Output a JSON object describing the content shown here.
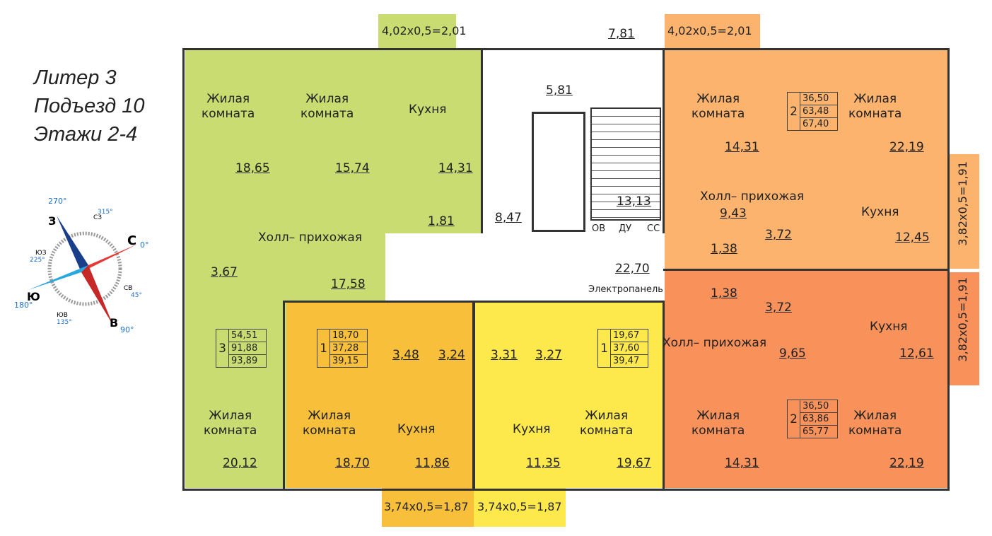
{
  "title": {
    "line1": "Литер 3",
    "line2": "Подъезд 10",
    "line3": "Этажи 2-4"
  },
  "colors": {
    "green": "#c9dc72",
    "amber": "#f8c03a",
    "yellow": "#fde94c",
    "light_orange": "#fcb36e",
    "orange": "#f8915a"
  },
  "compass": {
    "n": "С",
    "n_deg": "0°",
    "e": "В",
    "e_deg": "90°",
    "s": "Ю",
    "s_deg": "180°",
    "w": "З",
    "w_deg": "270°",
    "ne": "СВ",
    "ne_deg": "45°",
    "se": "ЮВ",
    "se_deg": "135°",
    "sw": "ЮЗ",
    "sw_deg": "225°",
    "nw": "СЗ",
    "nw_deg": "315°"
  },
  "balconies": {
    "top_left": "4,02х0,5=2,01",
    "top_right": "4,02х0,5=2,01",
    "bottom_left": "3,74х0,5=1,87",
    "bottom_right": "3,74х0,5=1,87",
    "side_upper": "3,82х0,5=1,91",
    "side_lower": "3,82х0,5=1,91"
  },
  "core": {
    "vestibule": "7,81",
    "lift_hall": "5,81",
    "stair": "13,13",
    "corridor_small": "8,47",
    "corridor": "22,70",
    "ov": "ОВ",
    "du": "ДУ",
    "ss": "СС",
    "panel": "Электропанель"
  },
  "apt_green": {
    "room1_label": "Жилая\nкомната",
    "room1": "18,65",
    "room2_label": "Жилая\nкомната",
    "room2": "15,74",
    "kitchen_label": "Кухня",
    "kitchen": "14,31",
    "wc": "1,81",
    "hall_label": "Холл– прихожая",
    "hall": "17,58",
    "bath": "3,67",
    "room3_label": "Жилая\nкомната",
    "room3": "20,12",
    "rooms": "3",
    "living": "54,51",
    "total": "91,88",
    "total_b": "93,89"
  },
  "apt_amber": {
    "room_label": "Жилая\nкомната",
    "room": "18,70",
    "kitchen_label": "Кухня",
    "kitchen": "11,86",
    "hall": "3,48",
    "bath": "3,24",
    "rooms": "1",
    "living": "18,70",
    "total": "37,28",
    "total_b": "39,15"
  },
  "apt_yellow": {
    "room_label": "Жилая\nкомната",
    "room": "19,67",
    "kitchen_label": "Кухня",
    "kitchen": "11,35",
    "hall": "3,27",
    "bath": "3,31",
    "rooms": "1",
    "living": "19,67",
    "total": "37,60",
    "total_b": "39,47"
  },
  "apt_lorange": {
    "room1_label": "Жилая\nкомната",
    "room1": "14,31",
    "room2_label": "Жилая\nкомната",
    "room2": "22,19",
    "hall_label": "Холл– прихожая",
    "hall": "9,43",
    "bath": "3,72",
    "wc": "1,38",
    "kitchen_label": "Кухня",
    "kitchen": "12,45",
    "rooms": "2",
    "living": "36,50",
    "total": "63,48",
    "total_b": "67,40"
  },
  "apt_orange": {
    "room1_label": "Жилая\nкомната",
    "room1": "14,31",
    "room2_label": "Жилая\nкомната",
    "room2": "22,19",
    "hall_label": "Холл– прихожая",
    "hall": "9,65",
    "bath": "3,72",
    "wc": "1,38",
    "kitchen_label": "Кухня",
    "kitchen": "12,61",
    "rooms": "2",
    "living": "36,50",
    "total": "63,86",
    "total_b": "65,77"
  }
}
